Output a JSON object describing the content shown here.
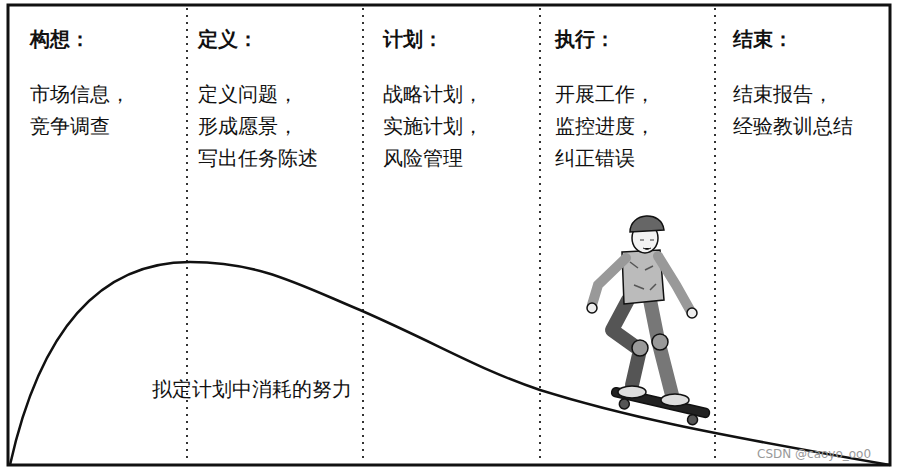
{
  "diagram": {
    "nodes": [
      {
        "text": [
          "构想：",
          "市场信息， 竞争调查"
        ]
      },
      {
        "text": [
          "定义：",
          "定义问题， 形成愿景， 写出任务陈述"
        ]
      },
      {
        "text": [
          "计划：",
          "战略计划， 实施计划， 风险管理"
        ]
      },
      {
        "text": [
          "执行：",
          "开展工作， 监控进度， 纠正错误"
        ]
      },
      {
        "text": [
          "结束：",
          "结束报告， 经验教训总结"
        ]
      }
    ],
    "labels": [
      "拟定计划中消耗的努力",
      "CSDN @caoyo_oo0"
    ]
  }
}
